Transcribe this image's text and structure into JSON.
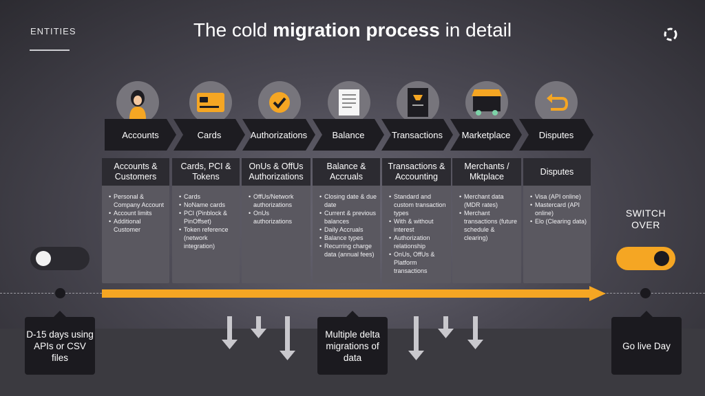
{
  "header": {
    "entities_label": "ENTITIES",
    "title_normal_1": "The cold ",
    "title_bold": "migration process",
    "title_normal_2": " in detail"
  },
  "stages": [
    {
      "label": "Accounts",
      "icon": "person-icon"
    },
    {
      "label": "Cards",
      "icon": "card-icon"
    },
    {
      "label": "Authorizations",
      "icon": "checkmark-icon"
    },
    {
      "label": "Balance",
      "icon": "document-icon"
    },
    {
      "label": "Transactions",
      "icon": "receipt-icon"
    },
    {
      "label": "Marketplace",
      "icon": "shop-icon"
    },
    {
      "label": "Disputes",
      "icon": "return-arrow-icon"
    }
  ],
  "columns": [
    {
      "title": "Accounts & Customers",
      "items": [
        "Personal & Company Account",
        "Account limits",
        "Additional Customer"
      ]
    },
    {
      "title": "Cards, PCI & Tokens",
      "items": [
        "Cards",
        "NoName cards",
        "PCI (Pinblock & PinOffset)",
        "Token reference (network integration)"
      ]
    },
    {
      "title": "OnUs & OffUs Authorizations",
      "items": [
        "OffUs/Network authorizations",
        "OnUs authorizations"
      ]
    },
    {
      "title": "Balance & Accruals",
      "items": [
        "Closing date & due date",
        "Current & previous balances",
        "Daily Accruals",
        "Balance types",
        "Recurring charge data (annual fees)"
      ]
    },
    {
      "title": "Transactions & Accounting",
      "items": [
        "Standard and custom transaction types",
        "With & without interest",
        "Authorization relationship",
        "OnUs, OffUs & Platform transactions"
      ]
    },
    {
      "title": "Merchants / Mktplace",
      "items": [
        "Merchant data (MDR rates)",
        "Merchant transactions (future schedule & clearing)"
      ]
    },
    {
      "title": "Disputes",
      "items": [
        "Visa (API online)",
        "Mastercard (API online)",
        "Elo (Clearing data)"
      ]
    }
  ],
  "switch_over": "SWITCH OVER",
  "callouts": {
    "left": "D-15 days using APIs or CSV files",
    "middle": "Multiple delta migrations of data",
    "right": "Go live Day"
  },
  "colors": {
    "accent": "#f5a623",
    "dark": "#1b1a1f"
  }
}
